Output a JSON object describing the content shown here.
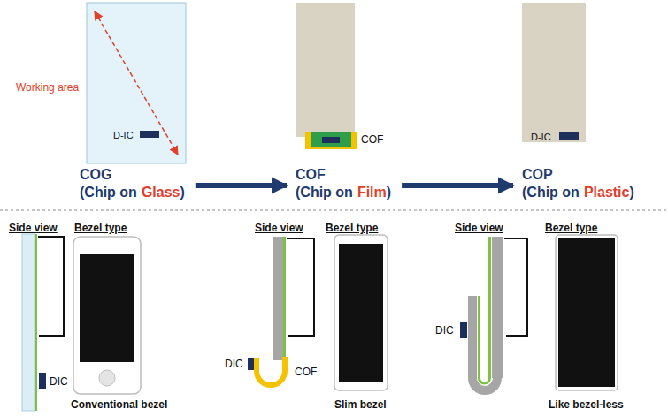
{
  "diagram": {
    "nodes": [
      {
        "text": [
          "COG",
          "(Chip on",
          "Glass",
          ")"
        ]
      },
      {
        "text": [
          "COF",
          "(Chip on",
          "Film",
          ")"
        ]
      },
      {
        "text": [
          "COP",
          "(Chip on",
          "Plastic",
          ")"
        ]
      }
    ],
    "edges": [
      {
        "from": 0,
        "to": 1,
        "arrow": "to"
      },
      {
        "from": 1,
        "to": 2,
        "arrow": "to"
      }
    ],
    "labels": [
      "Working area",
      "D-IC",
      "COF",
      "D-IC",
      "Side view",
      "Bezel type",
      "DIC",
      "Conventional bezel",
      "Side view",
      "Bezel type",
      "DIC",
      "COF",
      "Slim bezel",
      "Side view",
      "Bezel type",
      "DIC",
      "Like bezel-less"
    ]
  }
}
